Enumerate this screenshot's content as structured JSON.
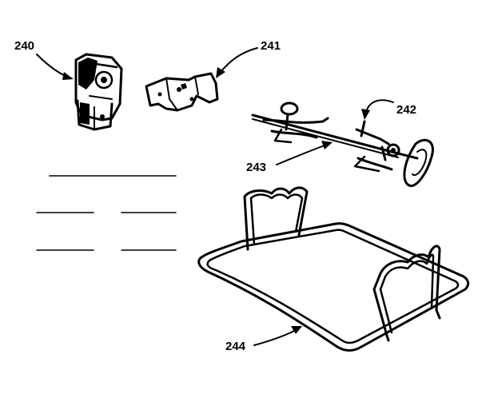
{
  "parts": [
    {
      "id": "part-240",
      "label": "240"
    },
    {
      "id": "part-241",
      "label": "241"
    },
    {
      "id": "part-242",
      "label": "242"
    },
    {
      "id": "part-243",
      "label": "243"
    },
    {
      "id": "part-244",
      "label": "244"
    }
  ]
}
